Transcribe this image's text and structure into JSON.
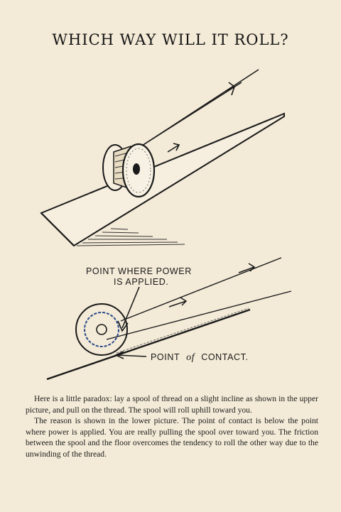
{
  "title": "WHICH WAY WILL IT ROLL?",
  "lower_figure": {
    "power_label_line1": "POINT WHERE POWER",
    "power_label_line2": "IS APPLIED.",
    "contact_label_pre": "POINT",
    "contact_label_of": "of",
    "contact_label_post": "CONTACT."
  },
  "paragraphs": [
    "Here is a little paradox: lay a spool of thread on a slight incline as shown in the upper picture, and pull on the thread.  The spool will roll uphill toward you.",
    "The reason is shown in the lower picture.  The point of contact is below the point where power is applied.  You are really pulling the spool over toward you.  The friction between the spool and the floor overcomes the tendency to roll the other way due to the unwinding of the thread."
  ]
}
